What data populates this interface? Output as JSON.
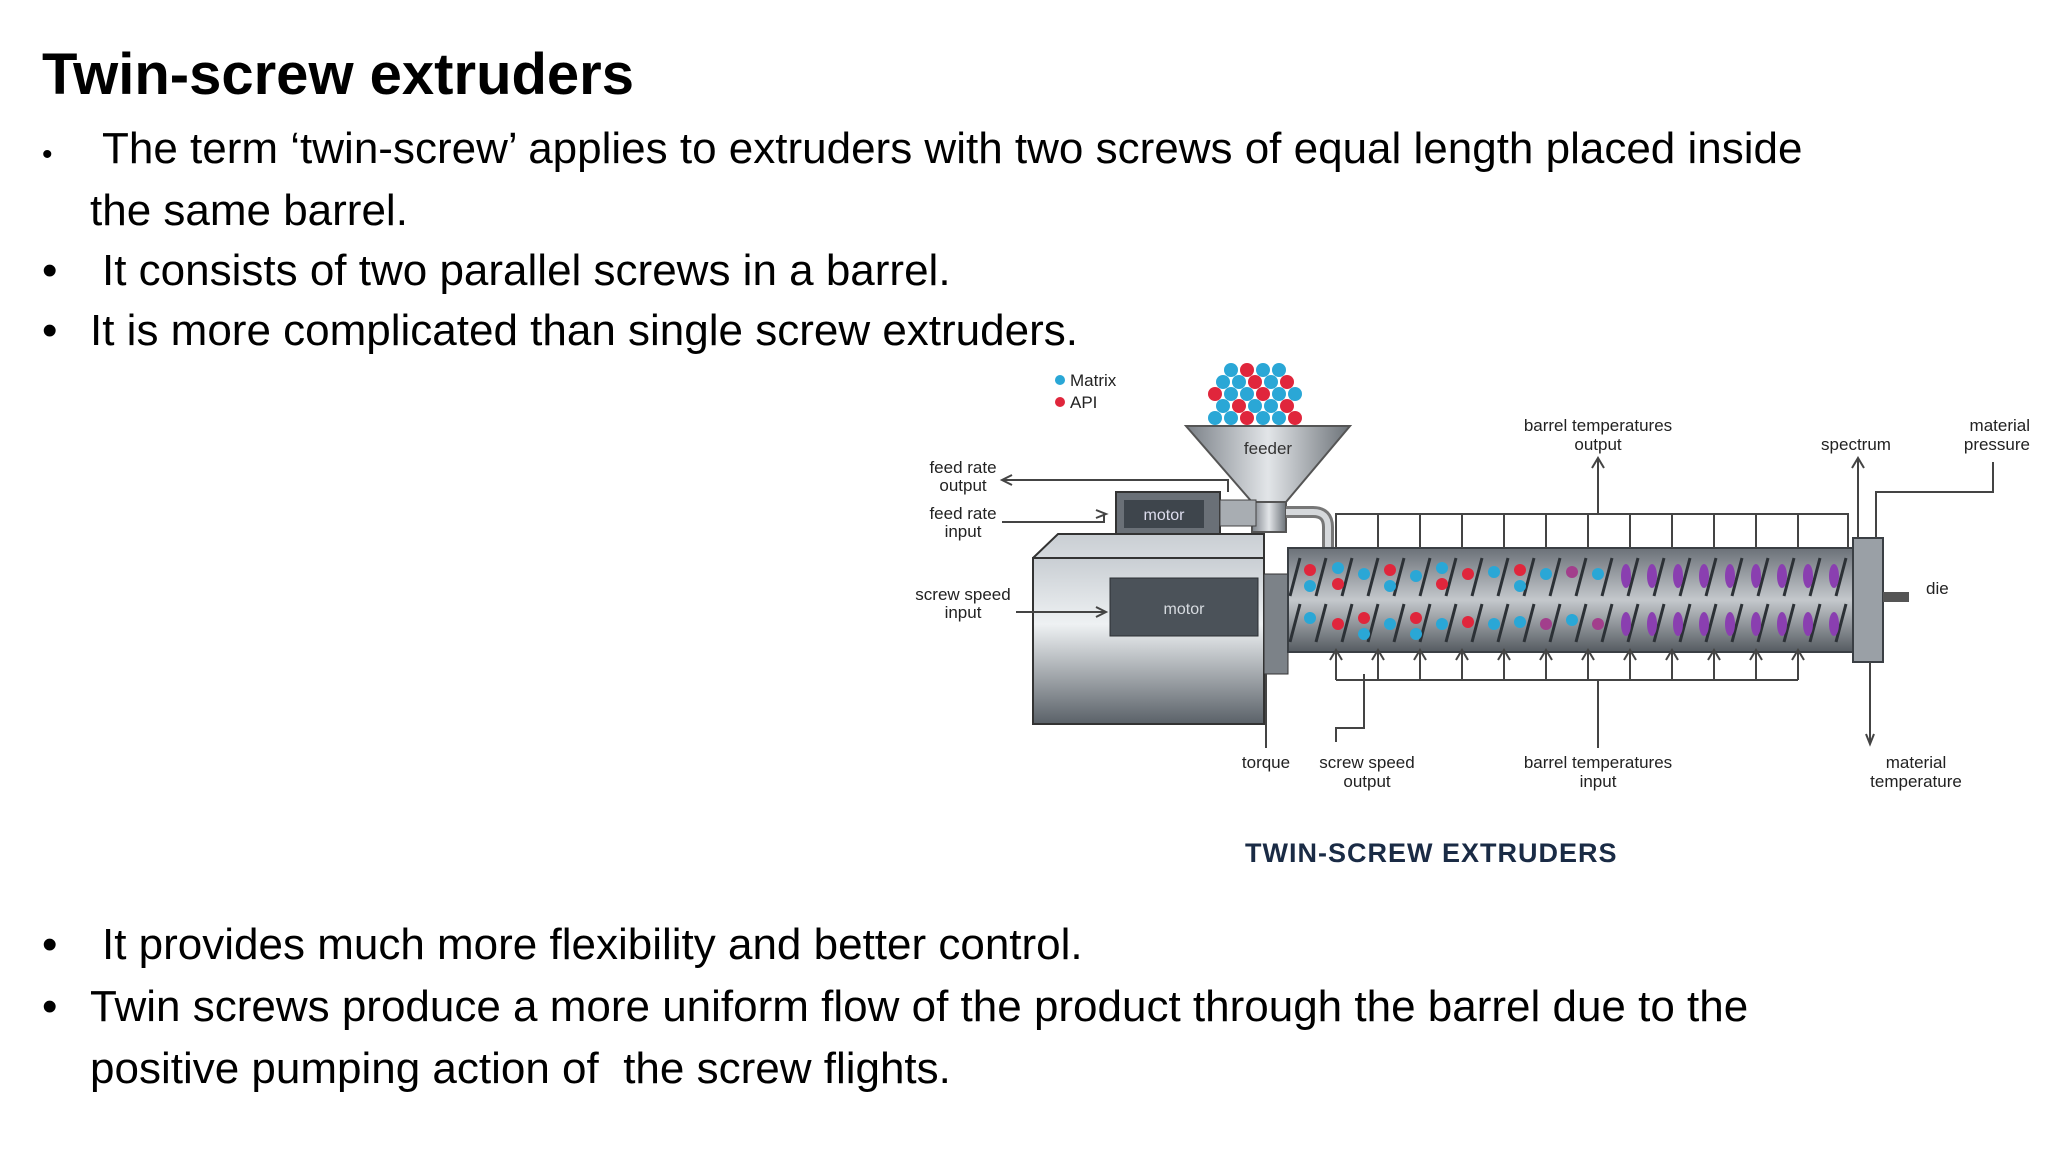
{
  "slide": {
    "title": "Twin-screw extruders",
    "bullets_top": [
      {
        "marker": "•",
        "text": " The term ‘twin-screw’ applies to extruders with two screws of equal length placed inside\nthe same barrel."
      },
      {
        "marker": "•",
        "text": "  It consists of two parallel screws in a barrel."
      },
      {
        "marker": "•",
        "text": "It is more complicated than single screw extruders."
      }
    ],
    "bullets_bottom": [
      {
        "marker": "•",
        "text": "It provides much more flexibility and better control."
      },
      {
        "marker": "•",
        "text": "Twin screws produce a more uniform flow of the product through the barrel due to the\npositive pumping action of  the screw flights."
      }
    ]
  },
  "figure": {
    "caption": "TWIN-SCREW EXTRUDERS",
    "legend": {
      "matrix": "Matrix",
      "api": "API"
    },
    "labels": {
      "feeder": "feeder",
      "motor_small": "motor",
      "motor_main": "motor",
      "feed_rate_output_1": "feed rate",
      "feed_rate_output_2": "output",
      "feed_rate_input_1": "feed rate",
      "feed_rate_input_2": "input",
      "screw_speed_input_1": "screw speed",
      "screw_speed_input_2": "input",
      "barrel_temp_output_1": "barrel temperatures",
      "barrel_temp_output_2": "output",
      "spectrum": "spectrum",
      "material_pressure_1": "material",
      "material_pressure_2": "pressure",
      "die": "die",
      "torque": "torque",
      "screw_speed_output_1": "screw speed",
      "screw_speed_output_2": "output",
      "barrel_temp_input_1": "barrel temperatures",
      "barrel_temp_input_2": "input",
      "material_temp_1": "material",
      "material_temp_2": "temperature"
    },
    "colors": {
      "matrix": "#2aa7d6",
      "api": "#e0263c",
      "melt": "#8a3fb0"
    }
  }
}
